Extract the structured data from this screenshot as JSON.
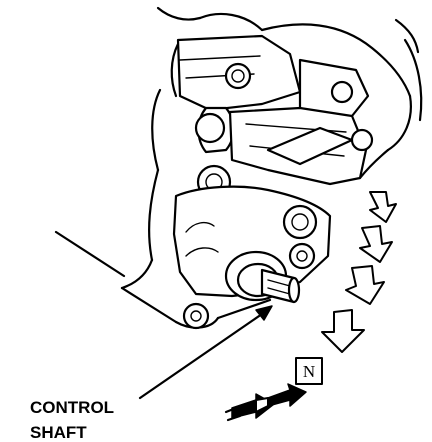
{
  "callout": {
    "line1": "CONTROL",
    "line2": "SHAFT"
  },
  "position_marker": {
    "letter": "N"
  },
  "icons": {
    "rotation_arrows": "hollow-down-arrow",
    "direction_arrows": "double-arrow-right"
  },
  "colors": {
    "ink": "#000000",
    "paper": "#ffffff"
  }
}
